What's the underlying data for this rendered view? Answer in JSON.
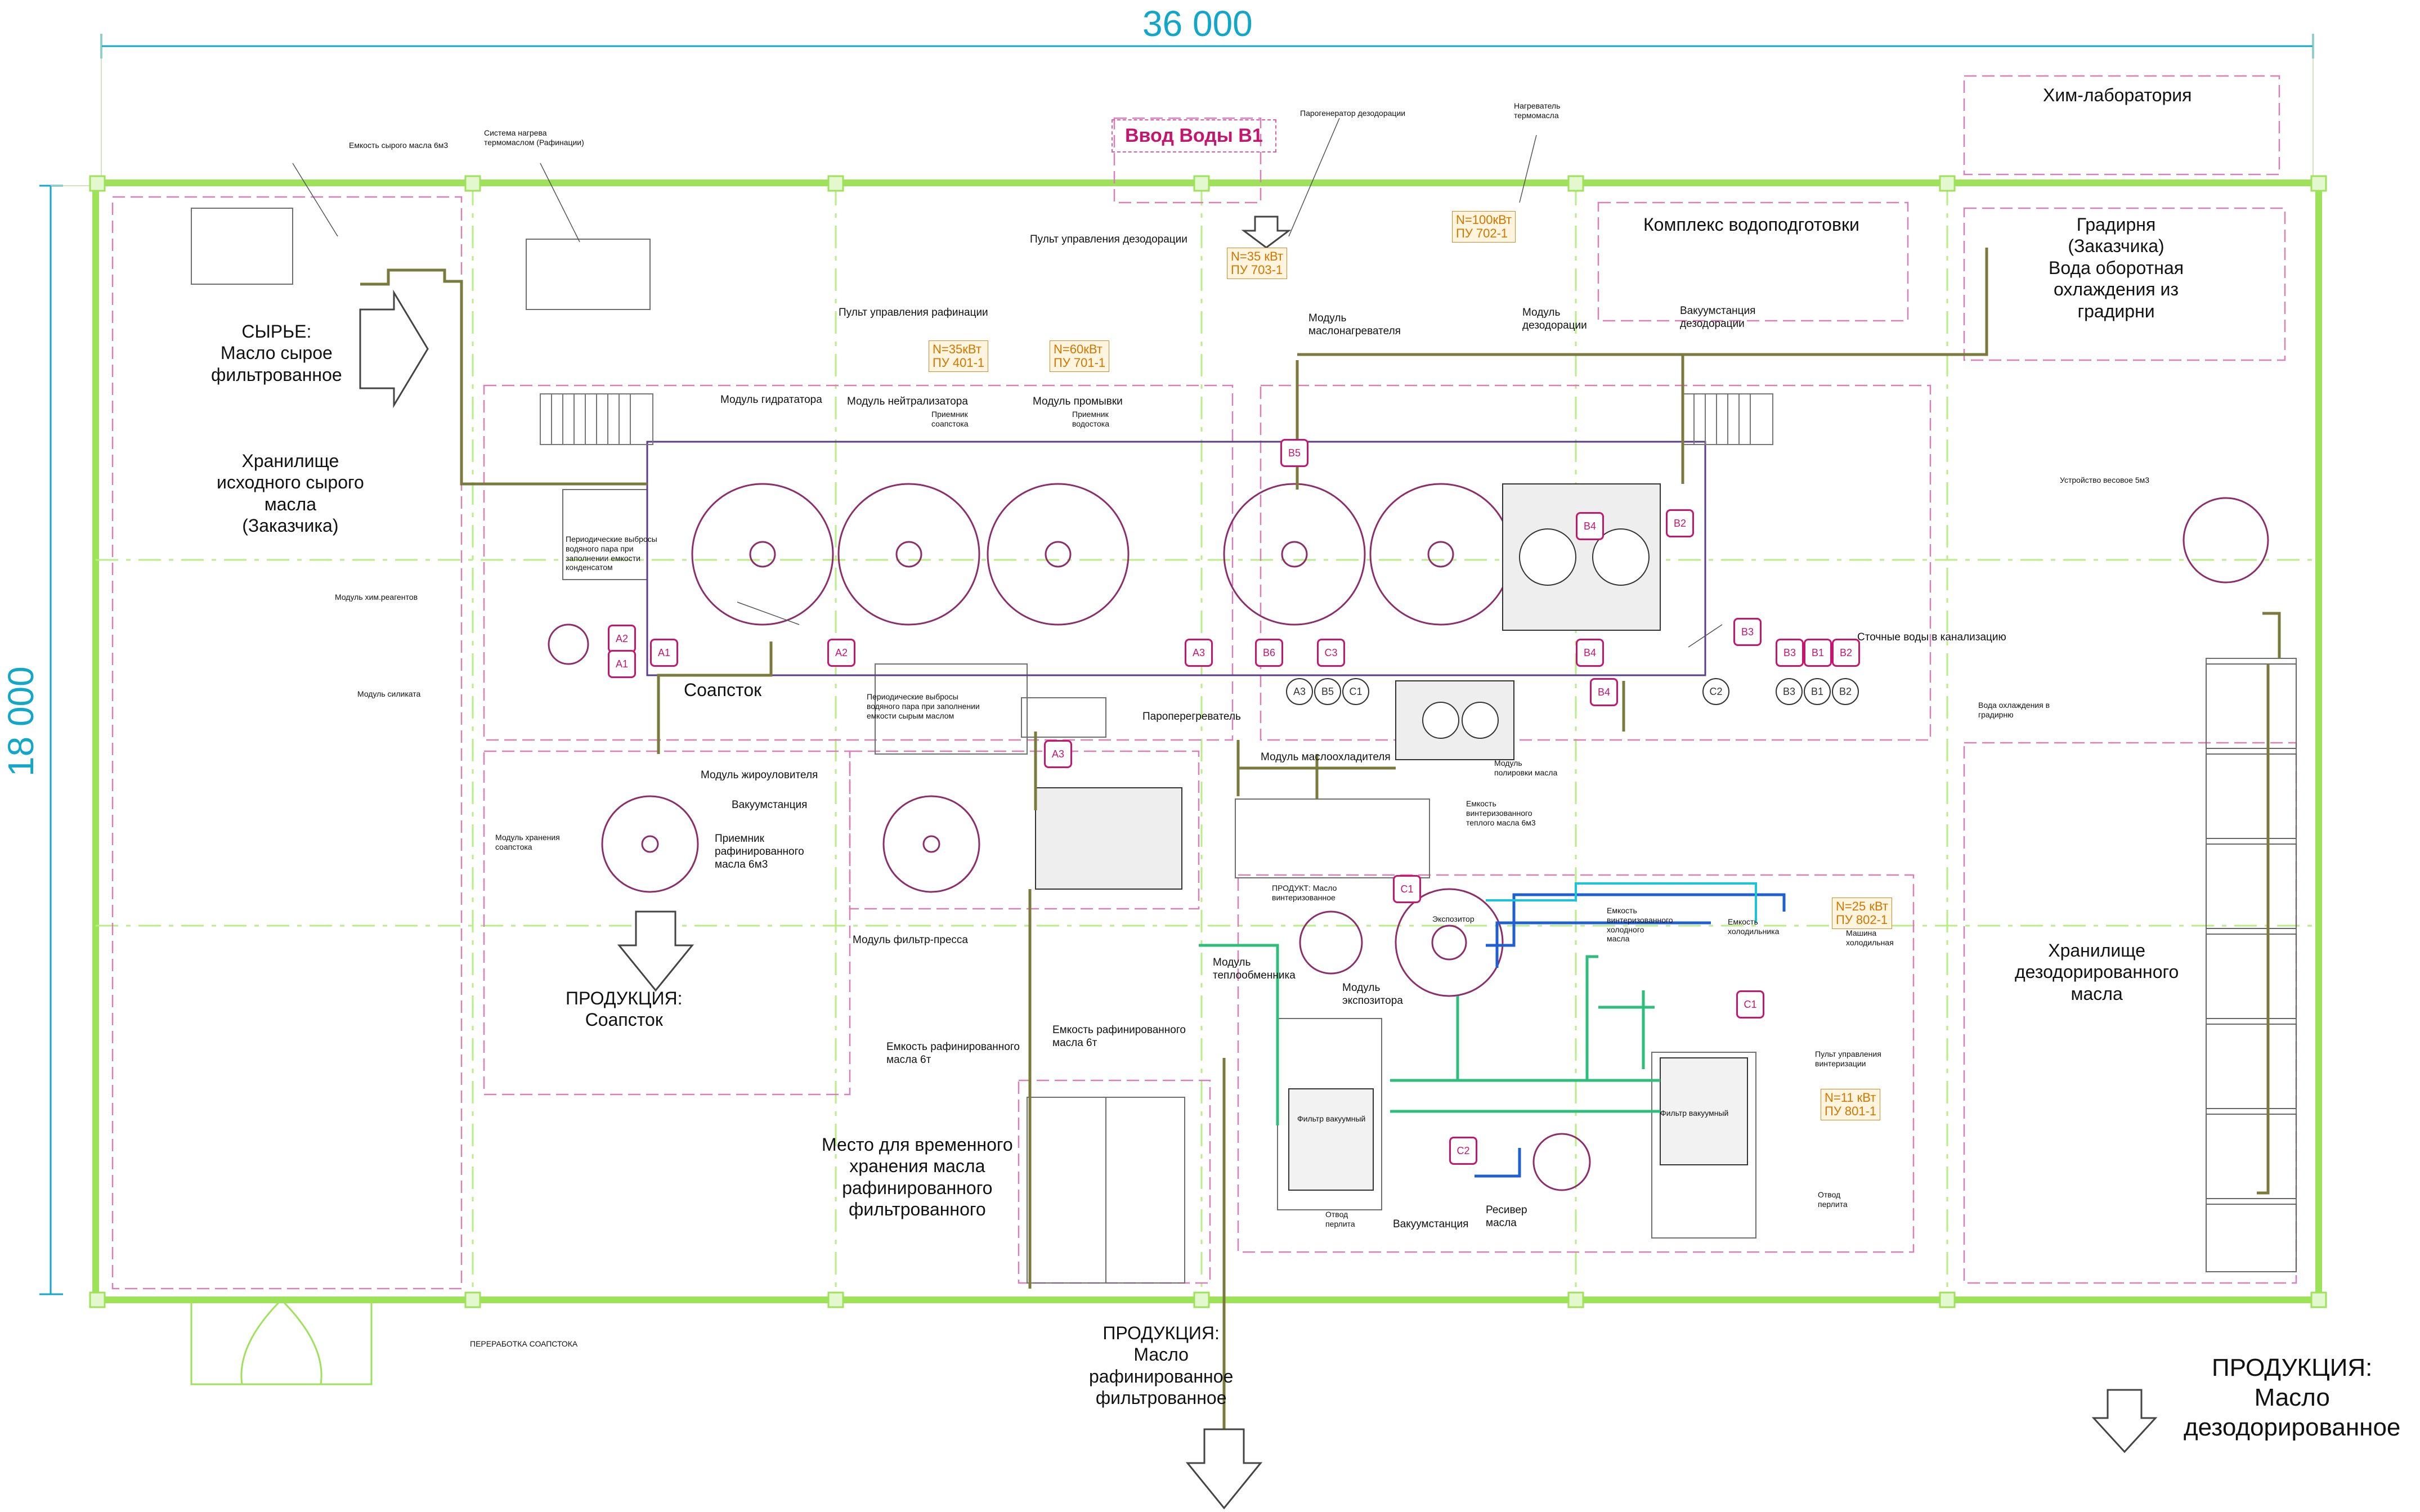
{
  "dimensions": {
    "width": "36 000",
    "height": "18 000"
  },
  "zones": {
    "chem_lab": "Хим-лаборатория",
    "water_treatment": "Комплекс водоподготовки",
    "cooling_tower": "Градирня\n(Заказчика)\nВода оборотная\nохлаждения из\nградирни",
    "raw": "СЫРЬЕ:\nМасло сырое\nфильтрованное",
    "raw_storage": "Хранилище\nисходного сырого\nмасла\n(Заказчика)",
    "deodorized_storage": "Хранилище\nдезодорированного\nмасла",
    "temp_storage": "Место для временного\nхранения масла\nрафинированного\nфильтрованного",
    "soapstock_product": "ПРОДУКЦИЯ:\nСоапсток",
    "refined_product": "ПРОДУКЦИЯ:\nМасло\nрафинированное\nфильтрованное",
    "deodorized_product": "ПРОДУКЦИЯ:\nМасло\nдезодорированное",
    "soapstock": "Соапсток"
  },
  "water_input": "Ввод Воды В1",
  "power_badges": {
    "pu401": "N=35кВт\nПУ 401-1",
    "pu701": "N=60кВт\nПУ 701-1",
    "pu703": "N=35 кВт\nПУ 703-1",
    "pu702": "N=100кВт\nПУ 702-1",
    "pu802": "N=25 кВт\nПУ 802-1",
    "pu801": "N=11 кВт\nПУ 801-1"
  },
  "labels": {
    "raw_tank": "Емкость сырого масла 6м3",
    "heating_system": "Система нагрева\nтермомаслом (Рафинации)",
    "steam_gen": "Парогенератор дезодорации",
    "oil_heater": "Нагреватель\nтермомасла",
    "deodor_panel": "Пульт управления дезодорации",
    "refin_panel": "Пульт управления рафинации",
    "mod_oilheater": "Модуль\nмаслонагревателя",
    "mod_deodor": "Модуль\nдезодорации",
    "vac_deodor": "Вакуумстанция\nдезодорации",
    "mod_hydr": "Модуль гидрататора",
    "mod_neutr": "Модуль нейтрализатора",
    "recv_soap": "Приемник\nсоапстока",
    "mod_wash": "Модуль промывки",
    "recv_water": "Приемник\nводостока",
    "scale": "Устройство весовое 5м3",
    "periodic1": "Периодические выбросы\nводяного пара при\nзаполнении емкости\nконденсатом",
    "mod_chem": "Модуль хим.реагентов",
    "mod_silicate": "Модуль силиката",
    "wastewater": "Сточные воды в канализацию",
    "cooling_water": "Вода охлаждения в\nградирню",
    "periodic2": "Периодические выбросы\nводяного пара при заполнении\nемкости сырым маслом",
    "superheater": "Пароперегреватель",
    "mod_cooler": "Модуль маслоохладителя",
    "mod_polish": "Модуль\nполировки масла",
    "mod_fat": "Модуль жироуловителя",
    "vacstation": "Вакуумстанция",
    "recv_refined": "Приемник\nрафинированного\nмасла 6м3",
    "soap_storage": "Модуль хранения\nсоапстока",
    "wint_tank": "Емкость\nвинтеризованного\nтеплого масла 6м3",
    "filter_press": "Модуль фильтр-пресса",
    "product_wint": "ПРОДУКТ: Масло\nвинтеризованное",
    "exposer": "Экспозитор",
    "tank_cold": "Емкость\nвинтеризованного\nхолодного\nмасла",
    "tank_chiller": "Емкость\nхолодильника",
    "chiller": "Машина\nхолодильная",
    "heat_exch": "Модуль\nтеплообменника",
    "mod_exposer": "Модуль\nэкспозитора",
    "refined_tank1": "Емкость рафинированного\nмасла 6т",
    "refined_tank2": "Емкость рафинированного\nмасла 6т",
    "wint_panel": "Пульт управления\nвинтеризации",
    "vac_filter1": "Фильтр вакуумный",
    "vac_filter2": "Фильтр вакуумный",
    "perlite1": "Отвод\nперлита",
    "perlite2": "Отвод\nперлита",
    "vacstation2": "Вакуумстанция",
    "receiver": "Ресивер\nмасла",
    "soap_processing": "ПЕРЕРАБОТКА СОАПСТОКА"
  },
  "markers": {
    "a1": "А1",
    "a2": "А2",
    "a3": "А3",
    "b1": "В1",
    "b2": "В2",
    "b3": "В3",
    "b4": "В4",
    "b5": "В5",
    "b6": "В6",
    "c1": "С1",
    "c2": "С2",
    "c3": "С3"
  },
  "colors": {
    "frame": "#9ee25a",
    "dimension": "#12a7c9",
    "marker": "#c4166e",
    "pipe_olive": "#7a7a3c",
    "pipe_green": "#2bbf7a",
    "pipe_blue": "#1f5fd6",
    "pipe_cyan": "#19c6d6",
    "vessel": "#8b2e6a",
    "power": "#d17600"
  }
}
